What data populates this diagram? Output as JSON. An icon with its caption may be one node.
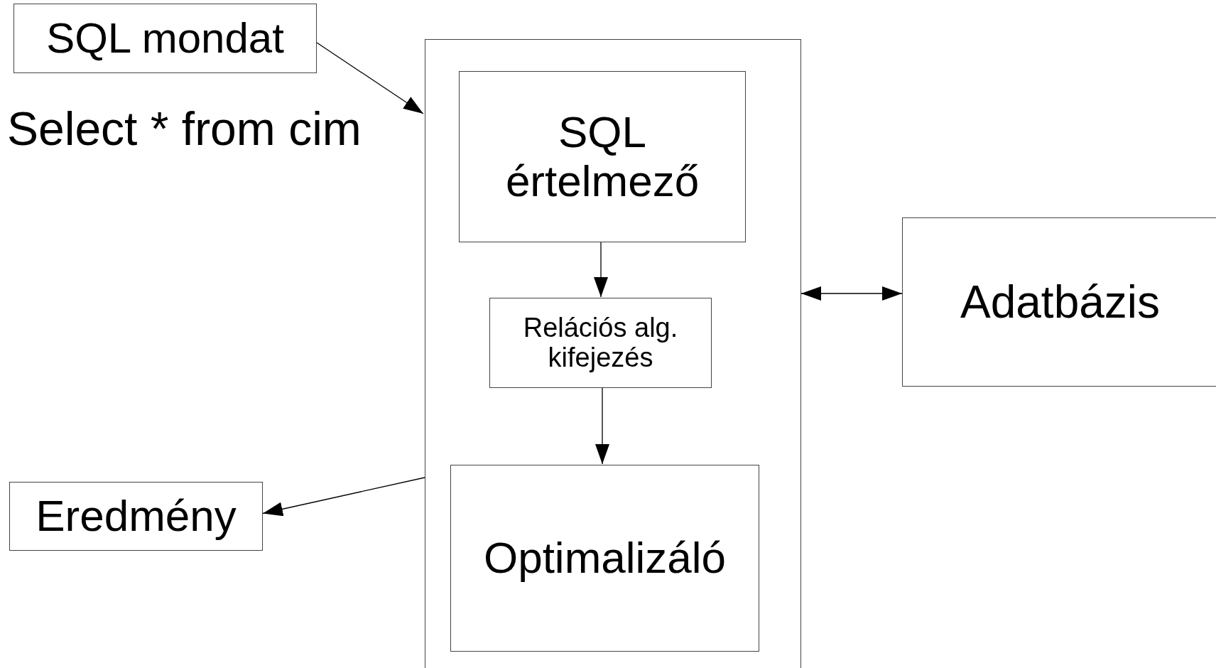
{
  "diagram": {
    "nodes": [
      {
        "text": [
          "SQL mondat"
        ]
      },
      {
        "text": [],
        "shape": "box"
      },
      {
        "text": [
          "SQL értelmező"
        ],
        "in": 1
      },
      {
        "text": [
          "Relációs alg. kifejezés"
        ],
        "in": 1
      },
      {
        "text": [
          "Optimalizáló"
        ],
        "in": 1
      },
      {
        "text": [
          "Adatbázis"
        ]
      },
      {
        "text": [
          "Eredmény"
        ]
      }
    ],
    "edges": [
      {
        "from": 0,
        "to": 1,
        "arrow": "to"
      },
      {
        "from": 1,
        "to": 6,
        "arrow": "to"
      },
      {
        "from": 1,
        "to": 5,
        "arrow": "both"
      },
      {
        "from": 2,
        "to": 3,
        "arrow": "to"
      },
      {
        "from": 3,
        "to": 4,
        "arrow": "to"
      }
    ],
    "labels": [
      "Select * from cim"
    ]
  }
}
